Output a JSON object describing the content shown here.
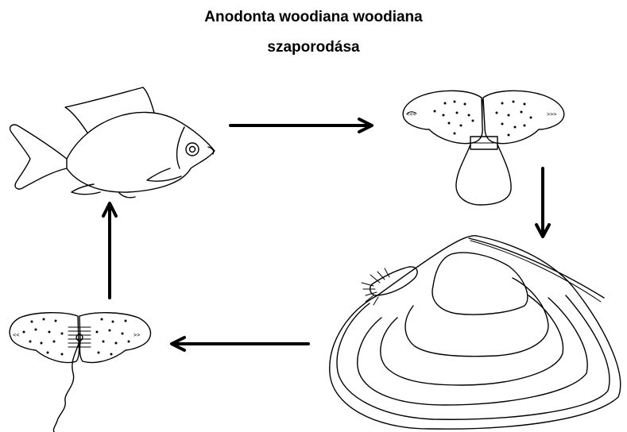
{
  "title": {
    "line1": "Anodonta woodiana woodiana",
    "line2": "szaporodása"
  },
  "stages": [
    {
      "id": "host-fish",
      "icon": "fish-icon"
    },
    {
      "id": "attached-larva",
      "icon": "glochidium-attached-icon"
    },
    {
      "id": "adult-mussel",
      "icon": "mussel-shell-icon"
    },
    {
      "id": "free-larva",
      "icon": "glochidium-larva-icon"
    }
  ],
  "arrows": [
    {
      "from": "host-fish",
      "to": "attached-larva",
      "direction": "right"
    },
    {
      "from": "attached-larva",
      "to": "adult-mussel",
      "direction": "down"
    },
    {
      "from": "adult-mussel",
      "to": "free-larva",
      "direction": "left"
    },
    {
      "from": "free-larva",
      "to": "host-fish",
      "direction": "up"
    }
  ],
  "colors": {
    "line": "#000000",
    "background": "#ffffff"
  }
}
